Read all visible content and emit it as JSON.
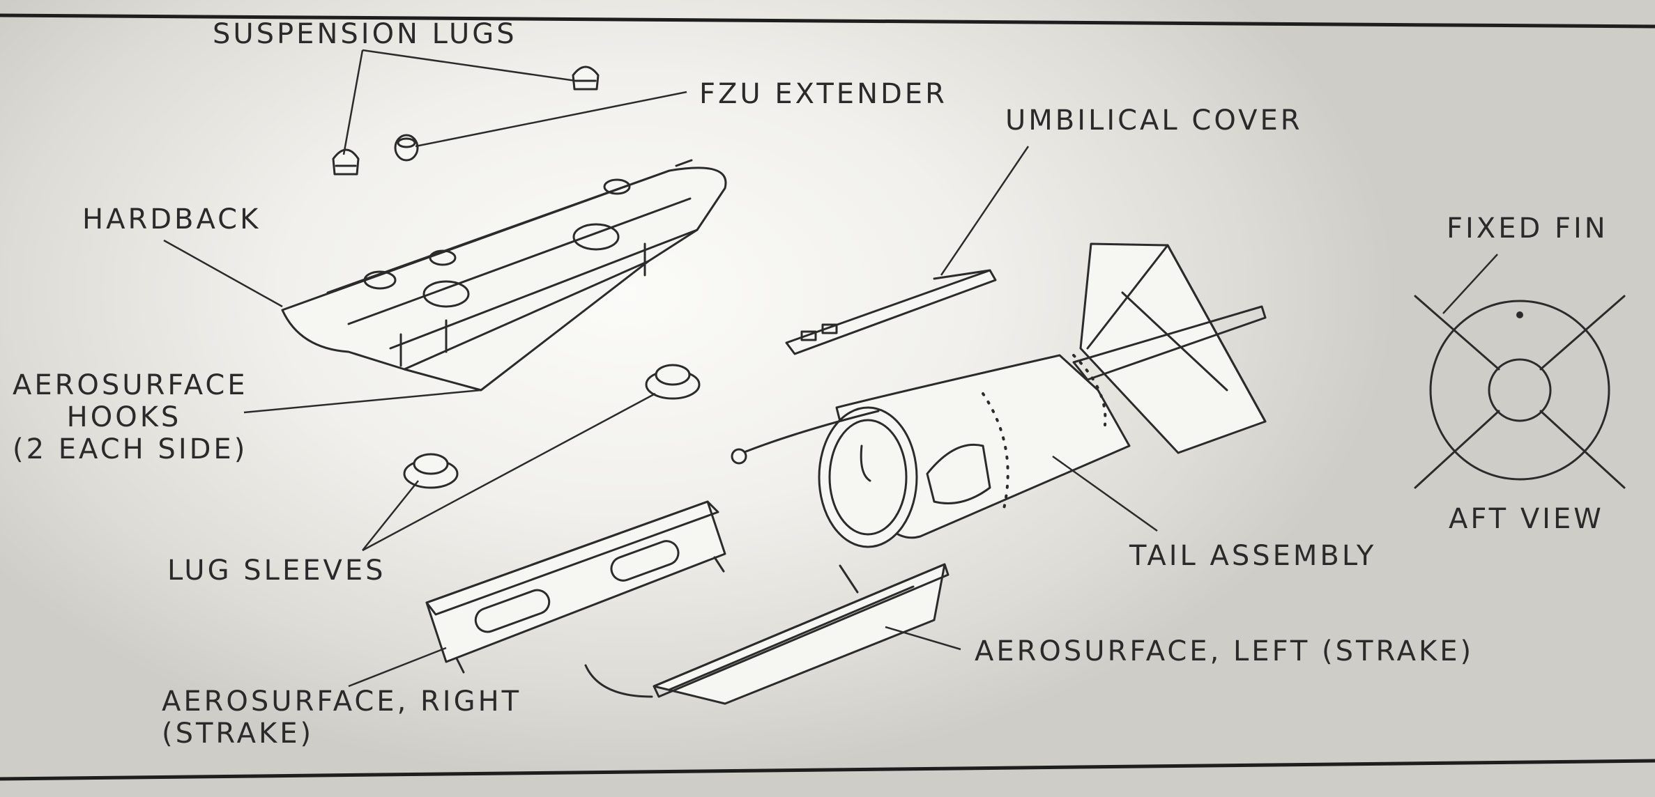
{
  "labels": {
    "suspension_lugs": "SUSPENSION LUGS",
    "fzu_extender": "FZU EXTENDER",
    "umbilical_cover": "UMBILICAL COVER",
    "hardback": "HARDBACK",
    "fixed_fin": "FIXED FIN",
    "aerosurface_hooks": [
      "AEROSURFACE",
      "HOOKS",
      "(2 EACH SIDE)"
    ],
    "aft_view": "AFT VIEW",
    "lug_sleeves": "LUG SLEEVES",
    "tail_assembly": "TAIL ASSEMBLY",
    "aerosurface_left": "AEROSURFACE, LEFT (STRAKE)",
    "aerosurface_right": [
      "AEROSURFACE, RIGHT",
      "(STRAKE)"
    ]
  }
}
